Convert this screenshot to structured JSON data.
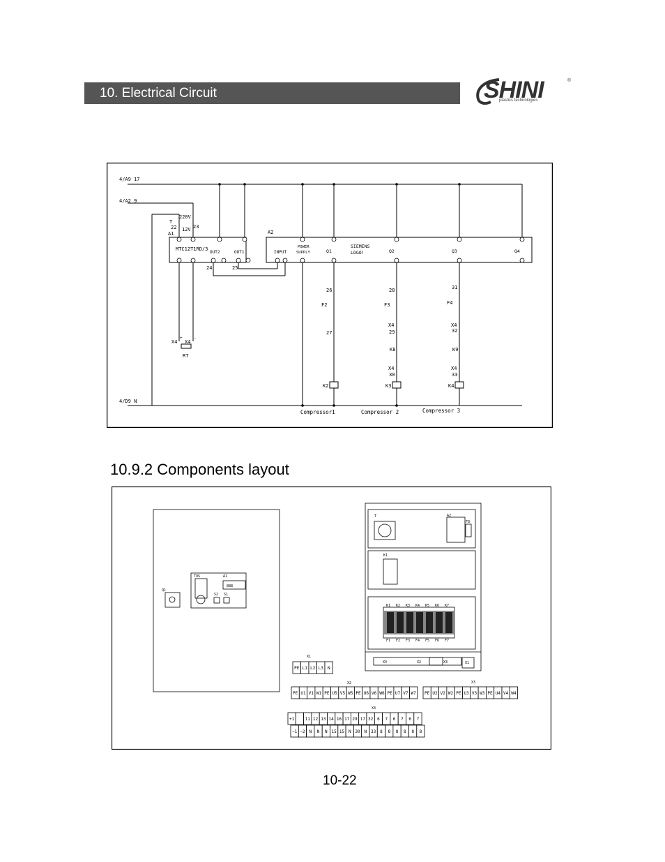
{
  "header": {
    "section_title": "10. Electrical Circuit"
  },
  "logo": {
    "brand": "SHINI",
    "tagline": "plastics technologies",
    "registered": "®"
  },
  "schematic": {
    "wires": {
      "top1": "4/A9 17",
      "top2": "4/A2 9",
      "bottom": "4/D9 N"
    },
    "transformer": {
      "tag": "T",
      "primary": "220V",
      "secondary": "12V",
      "pin_left": "22",
      "pin_right": "23"
    },
    "controller": {
      "tag": "A1",
      "model": "MTC12T1RD/3",
      "out2": "OUT2",
      "out1": "OUT1",
      "w24": "24",
      "w25": "25"
    },
    "logo_module": {
      "tag": "A2",
      "input": "INPUT",
      "power": "POWER",
      "supply": "SUPPLY",
      "brand": "SIEMENS",
      "model": "LOGO!"
    },
    "outputs": [
      "Q1",
      "Q2",
      "Q3",
      "Q4"
    ],
    "sensor": {
      "rt": "RT",
      "x4a": "X4",
      "x4b": "X4",
      "plus": "+",
      "minus": "-"
    },
    "branch1": {
      "w1": "26",
      "fuse": "F2",
      "w2": "27",
      "coil": "K2",
      "caption": "Compressor1"
    },
    "branch2": {
      "w1": "28",
      "fuse": "F3",
      "t1": "X4",
      "w2": "29",
      "relay": "K8",
      "t2": "X4",
      "w3": "30",
      "coil": "K3",
      "caption": "Compressor 2"
    },
    "branch3": {
      "w1": "31",
      "fuse": "F4",
      "t1": "X4",
      "w2": "32",
      "relay": "K9",
      "t2": "X4",
      "w3": "33",
      "coil": "K4",
      "caption": "Compressor 3"
    }
  },
  "components_layout": {
    "title": "10.9.2 Components layout",
    "door": {
      "q1": "Q1",
      "tos": "TOS",
      "a1": "A1",
      "a1_digits": "888",
      "s2": "S2",
      "s1": "S1"
    },
    "cabinet": {
      "t": "T",
      "a2": "A2",
      "f8": "F8",
      "k1": "K1",
      "relay_row": [
        "K1",
        "K2",
        "K3",
        "K4",
        "K5",
        "K6",
        "K7"
      ],
      "fuse_row": [
        "F1",
        "F2",
        "F3",
        "F4",
        "F5",
        "F6",
        "F7"
      ],
      "rail": [
        "X4",
        "X2",
        "X3",
        "X1"
      ]
    },
    "x1": {
      "label": "X1",
      "cells": [
        "PE",
        "L1",
        "L2",
        "L3",
        "N"
      ]
    },
    "x2": {
      "label": "X2",
      "cells": [
        "PE",
        "U1",
        "V1",
        "W1",
        "PE",
        "U5",
        "V5",
        "W5",
        "PE",
        "U6",
        "V6",
        "W6",
        "PE",
        "U7",
        "V7",
        "W7"
      ]
    },
    "x3": {
      "label": "X3",
      "cells": [
        "PE",
        "U2",
        "V2",
        "W2",
        "PE",
        "U3",
        "V3",
        "W3",
        "PE",
        "U4",
        "V4",
        "W4"
      ]
    },
    "x4": {
      "label": "X4",
      "top": [
        "+1",
        "",
        "11",
        "12",
        "13",
        "14",
        "16",
        "17",
        "29",
        "17",
        "32",
        "6",
        "7",
        "6",
        "7",
        "6",
        "7"
      ],
      "bottom": [
        "−1",
        "−2",
        "N",
        "N",
        "N",
        "15",
        "15",
        "N",
        "30",
        "N",
        "33",
        "8",
        "8",
        "8",
        "8",
        "8",
        "8"
      ]
    }
  },
  "footer": {
    "page_number": "10-22"
  }
}
